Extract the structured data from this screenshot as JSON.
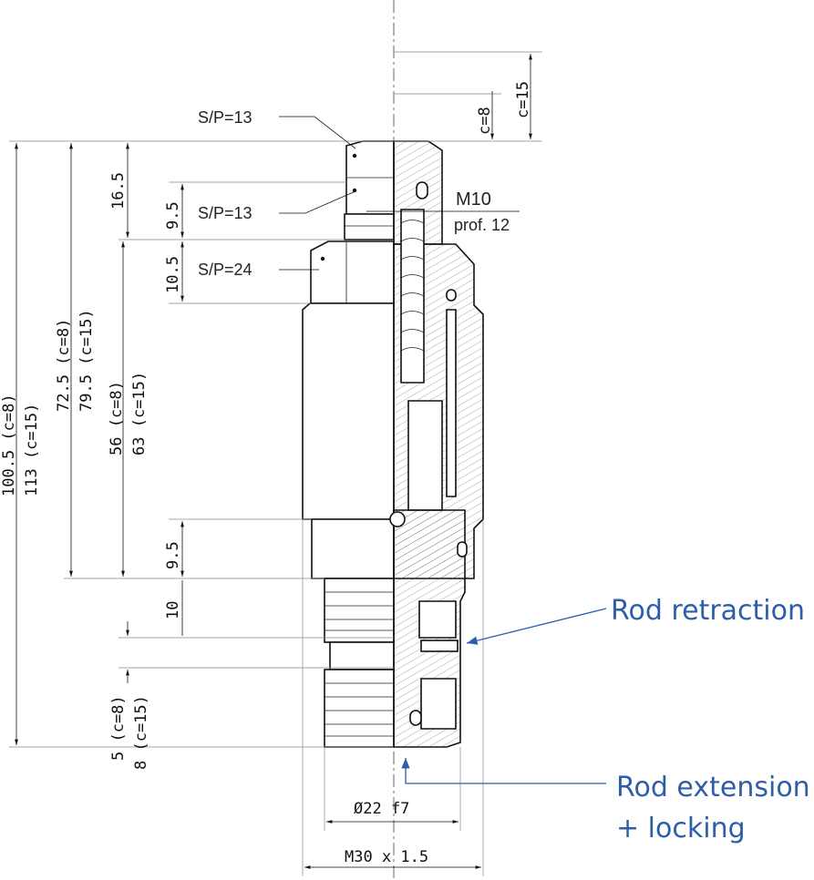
{
  "drawing": {
    "labels": {
      "sp13_top": "S/P=13",
      "sp13_mid": "S/P=13",
      "sp24": "S/P=24",
      "m10": "M10",
      "prof": "prof. 12",
      "dia22": "Ø22 f7",
      "m30": "M30 x 1.5"
    },
    "dims_vertical": {
      "d165": "16.5",
      "d95a": "9.5",
      "d105": "10.5",
      "d56": "56 (c=8)",
      "d63": "63 (c=15)",
      "d725": "72.5 (c=8)",
      "d795": "79.5 (c=15)",
      "d1005": "100.5 (c=8)",
      "d113": "113 (c=15)",
      "d95b": "9.5",
      "d10": "10",
      "d5": "5 (c=8)",
      "d8": "8 (c=15)",
      "c8": "c=8",
      "c15": "c=15"
    },
    "callouts": {
      "retraction": "Rod retraction",
      "extension_line1": "Rod extension",
      "extension_line2": "+ locking"
    },
    "colors": {
      "callout": "#2d5ea8",
      "line": "#111111"
    }
  }
}
